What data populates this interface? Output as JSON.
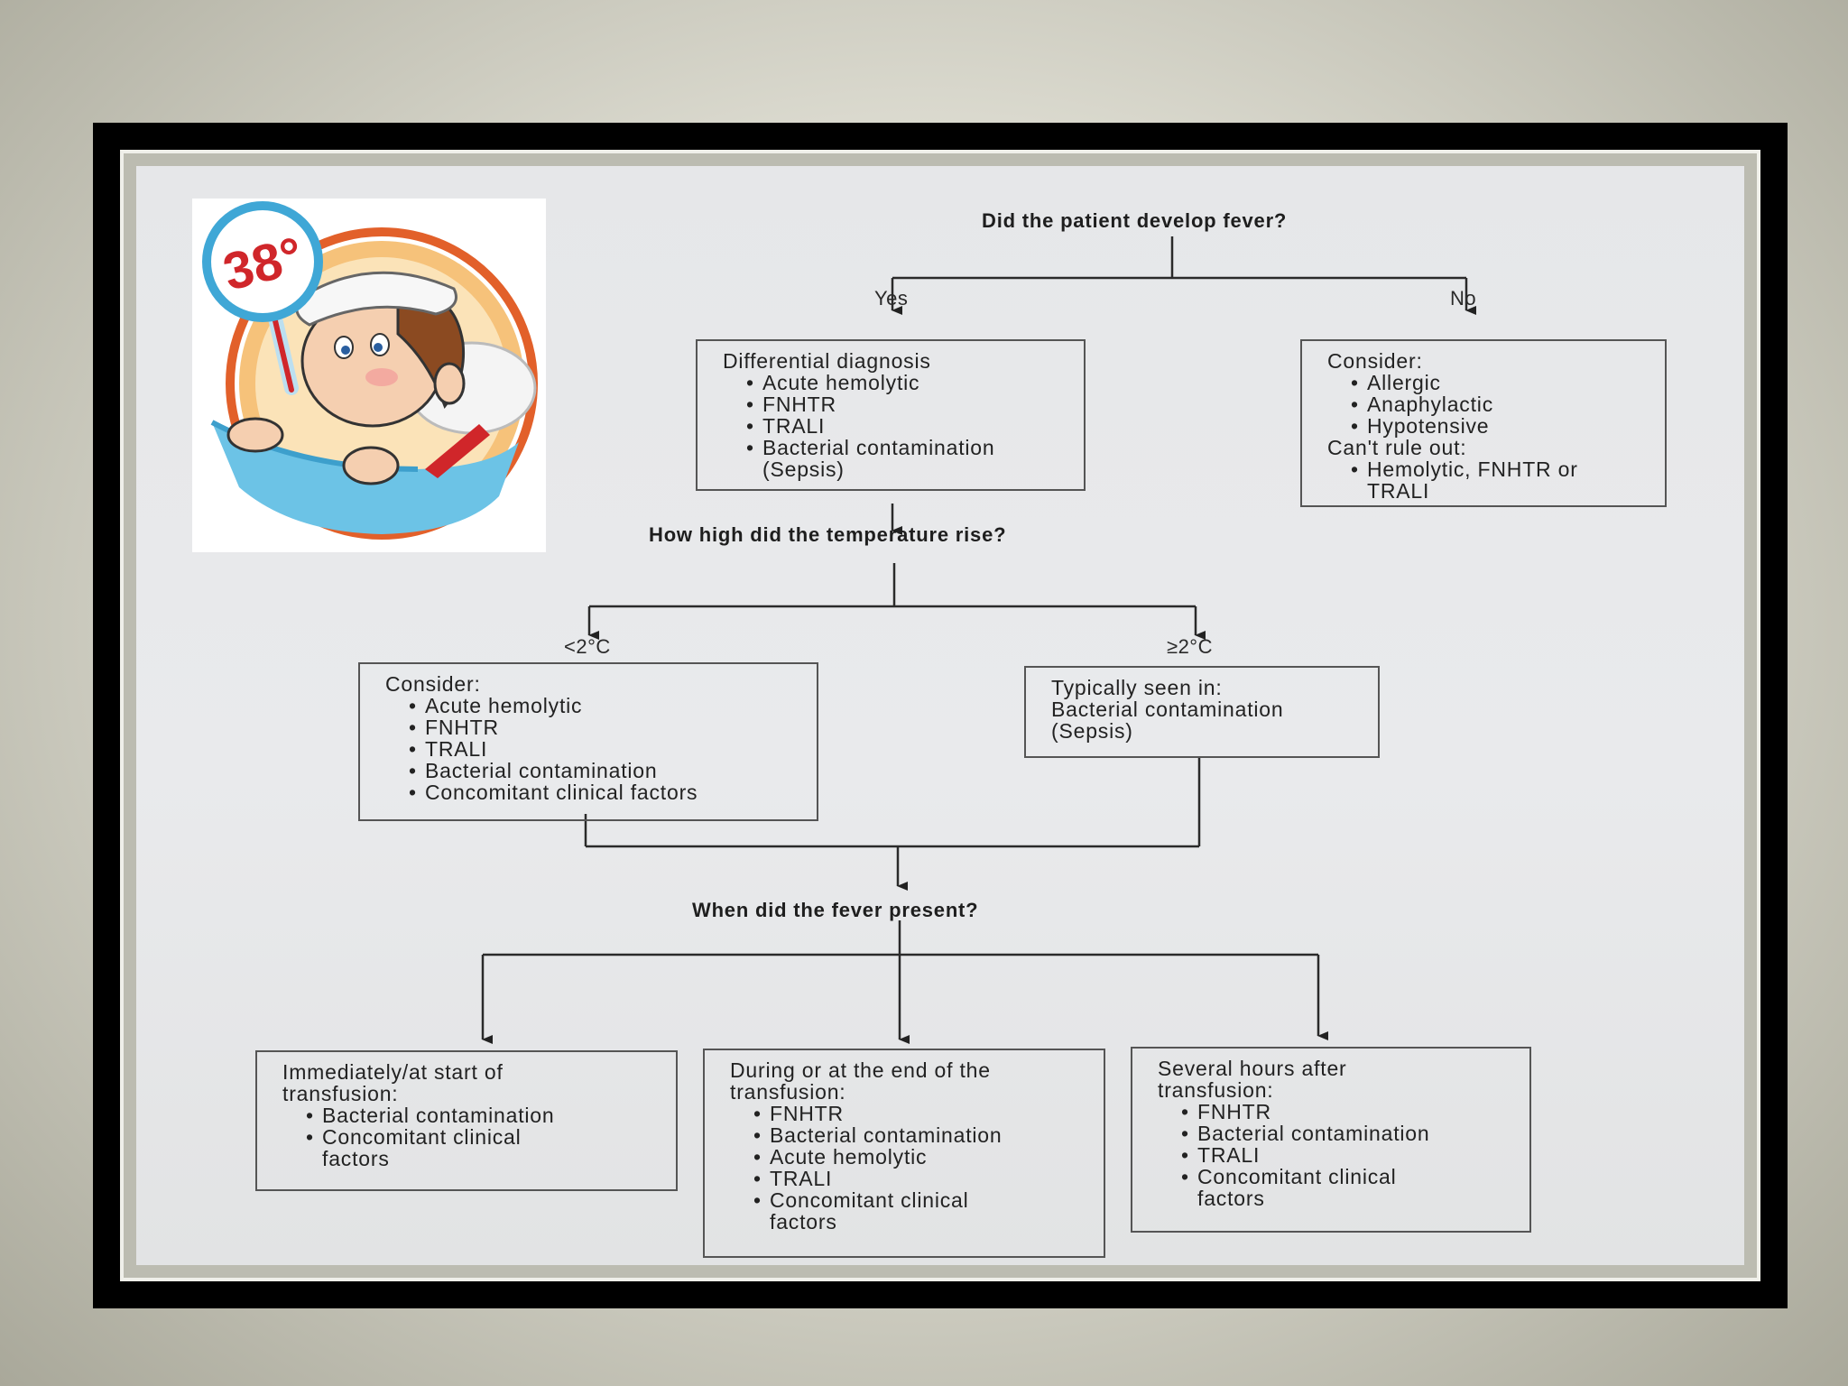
{
  "colors": {
    "frame": "#000000",
    "paper": "#e8e9eb",
    "ink": "#222222",
    "badge_orange": "#e2602a",
    "thermo_blue": "#3fa7d6",
    "thermo_red": "#d0262a"
  },
  "image": {
    "icon": "sick-child-thermometer-illustration",
    "badge_text": "38°"
  },
  "questions": {
    "q1": "Did the patient develop fever?",
    "q2": "How high did the temperature rise?",
    "q3": "When did the fever present?"
  },
  "branches": {
    "yes": "Yes",
    "no": "No",
    "low": "<2°C",
    "high": "≥2°C"
  },
  "boxes": {
    "yes_box": {
      "head": "Differential diagnosis",
      "items": [
        "Acute hemolytic",
        "FNHTR",
        "TRALI",
        "Bacterial contamination"
      ],
      "tail": "(Sepsis)"
    },
    "no_box": {
      "head": "Consider:",
      "items": [
        "Allergic",
        "Anaphylactic",
        "Hypotensive"
      ],
      "sub_head": "Can't rule out:",
      "sub_items": [
        "Hemolytic, FNHTR or"
      ],
      "sub_tail": "TRALI"
    },
    "low_box": {
      "head": "Consider:",
      "items": [
        "Acute hemolytic",
        "FNHTR",
        "TRALI",
        "Bacterial contamination",
        "Concomitant clinical factors"
      ]
    },
    "high_box": {
      "lines": [
        "Typically seen in:",
        "Bacterial contamination",
        "(Sepsis)"
      ]
    },
    "immediate_box": {
      "head1": "Immediately/at start of",
      "head2": "transfusion:",
      "items": [
        "Bacterial contamination",
        "Concomitant clinical"
      ],
      "tail": "factors"
    },
    "during_box": {
      "head1": "During or at the end of the",
      "head2": "transfusion:",
      "items": [
        "FNHTR",
        "Bacterial contamination",
        "Acute hemolytic",
        "TRALI",
        "Concomitant clinical"
      ],
      "tail": "factors"
    },
    "after_box": {
      "head1": "Several hours after",
      "head2": "transfusion:",
      "items": [
        "FNHTR",
        "Bacterial contamination",
        "TRALI",
        "Concomitant clinical"
      ],
      "tail": "factors"
    }
  }
}
